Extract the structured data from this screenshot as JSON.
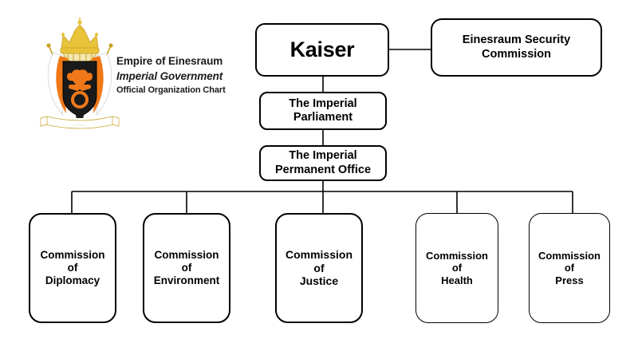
{
  "header": {
    "emblem_name": "imperial-coat-of-arms",
    "line1": "Empire of Einesraum",
    "line2": "Imperial Government",
    "line3": "Official Organization Chart"
  },
  "colors": {
    "crown_gold": "#E8C33A",
    "eagle_orange": "#F07818",
    "shield_black": "#1A1A1A",
    "box_border": "#000000",
    "background": "#FFFFFF",
    "text": "#000000"
  },
  "chart_data": {
    "type": "diagram",
    "title": "Official Organization Chart",
    "nodes": [
      {
        "id": "kaiser",
        "label": "Kaiser",
        "level": 0
      },
      {
        "id": "security",
        "label": "Einesraum Security Commission",
        "level": 0
      },
      {
        "id": "parliament",
        "label": "The Imperial Parliament",
        "level": 1
      },
      {
        "id": "permanent",
        "label": "The Imperial Permanent Office",
        "level": 2
      },
      {
        "id": "diplomacy",
        "label": "Commission of Diplomacy",
        "level": 3
      },
      {
        "id": "environment",
        "label": "Commission of Environment",
        "level": 3
      },
      {
        "id": "justice",
        "label": "Commission of Justice",
        "level": 3
      },
      {
        "id": "health",
        "label": "Commission of Health",
        "level": 3
      },
      {
        "id": "press",
        "label": "Commission of Press",
        "level": 3
      }
    ],
    "edges": [
      {
        "from": "kaiser",
        "to": "security",
        "style": "horizontal"
      },
      {
        "from": "kaiser",
        "to": "parliament",
        "style": "vertical"
      },
      {
        "from": "parliament",
        "to": "permanent",
        "style": "vertical"
      },
      {
        "from": "permanent",
        "to": "diplomacy",
        "style": "bus"
      },
      {
        "from": "permanent",
        "to": "environment",
        "style": "bus"
      },
      {
        "from": "permanent",
        "to": "justice",
        "style": "bus"
      },
      {
        "from": "permanent",
        "to": "health",
        "style": "bus"
      },
      {
        "from": "permanent",
        "to": "press",
        "style": "bus"
      }
    ]
  },
  "nodes": {
    "kaiser": {
      "label": "Kaiser"
    },
    "security": {
      "line1": "Einesraum Security",
      "line2": "Commission"
    },
    "parliament": {
      "line1": "The Imperial",
      "line2": "Parliament"
    },
    "permanent": {
      "line1": "The Imperial",
      "line2": "Permanent Office"
    },
    "commissions": [
      {
        "line1": "Commission",
        "line2": "of",
        "line3": "Diplomacy"
      },
      {
        "line1": "Commission",
        "line2": "of",
        "line3": "Environment"
      },
      {
        "line1": "Commission",
        "line2": "of",
        "line3": "Justice"
      },
      {
        "line1": "Commission",
        "line2": "of",
        "line3": "Health"
      },
      {
        "line1": "Commission",
        "line2": "of",
        "line3": "Press"
      }
    ]
  }
}
